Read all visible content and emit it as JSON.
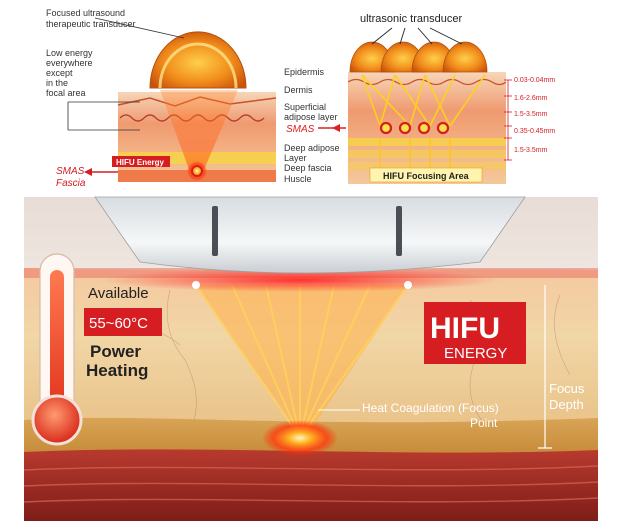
{
  "top_left": {
    "transducer_label_line1": "Focused ultrasound",
    "transducer_label_line2": "therapeutic transducer",
    "low_energy_line1": "Low energy",
    "low_energy_line2": "everywhere",
    "low_energy_line3": "except",
    "low_energy_line4": "in the",
    "low_energy_line5": "focal area",
    "hifu_energy_tag": "HIFU Energy",
    "smas_line1": "SMAS",
    "smas_line2": "Fascia"
  },
  "layers": {
    "epidermis": "Epidermis",
    "dermis": "Dermis",
    "superficial_line1": "Superficial",
    "superficial_line2": "adipose layer",
    "smas": "SMAS",
    "deep_adipose_line1": "Deep adipose",
    "deep_adipose_line2": "Layer",
    "deep_fascia": "Deep fascia",
    "muscle": "Huscle"
  },
  "top_right": {
    "transducer_label": "ultrasonic transducer",
    "focusing_area": "HIFU Focusing Area",
    "depths": [
      "0.03-0.04mm",
      "1.6-2.6mm",
      "1.5-3.5mm",
      "0.35-0.45mm",
      "1.5-3.5mm"
    ]
  },
  "bottom": {
    "available": "Available",
    "temperature": "55~60°C",
    "power": "Power",
    "heating": "Heating",
    "hifu": "HIFU",
    "energy": "ENERGY",
    "focus_depth_line1": "Focus",
    "focus_depth_line2": "Depth",
    "coag_line1": "Heat Coagulation (Focus)",
    "coag_line2": "Point"
  },
  "colors": {
    "accent_red": "#d61d22",
    "smas_red": "#e02020",
    "skin": "#f2c49a",
    "muscle": "#a52a22"
  }
}
